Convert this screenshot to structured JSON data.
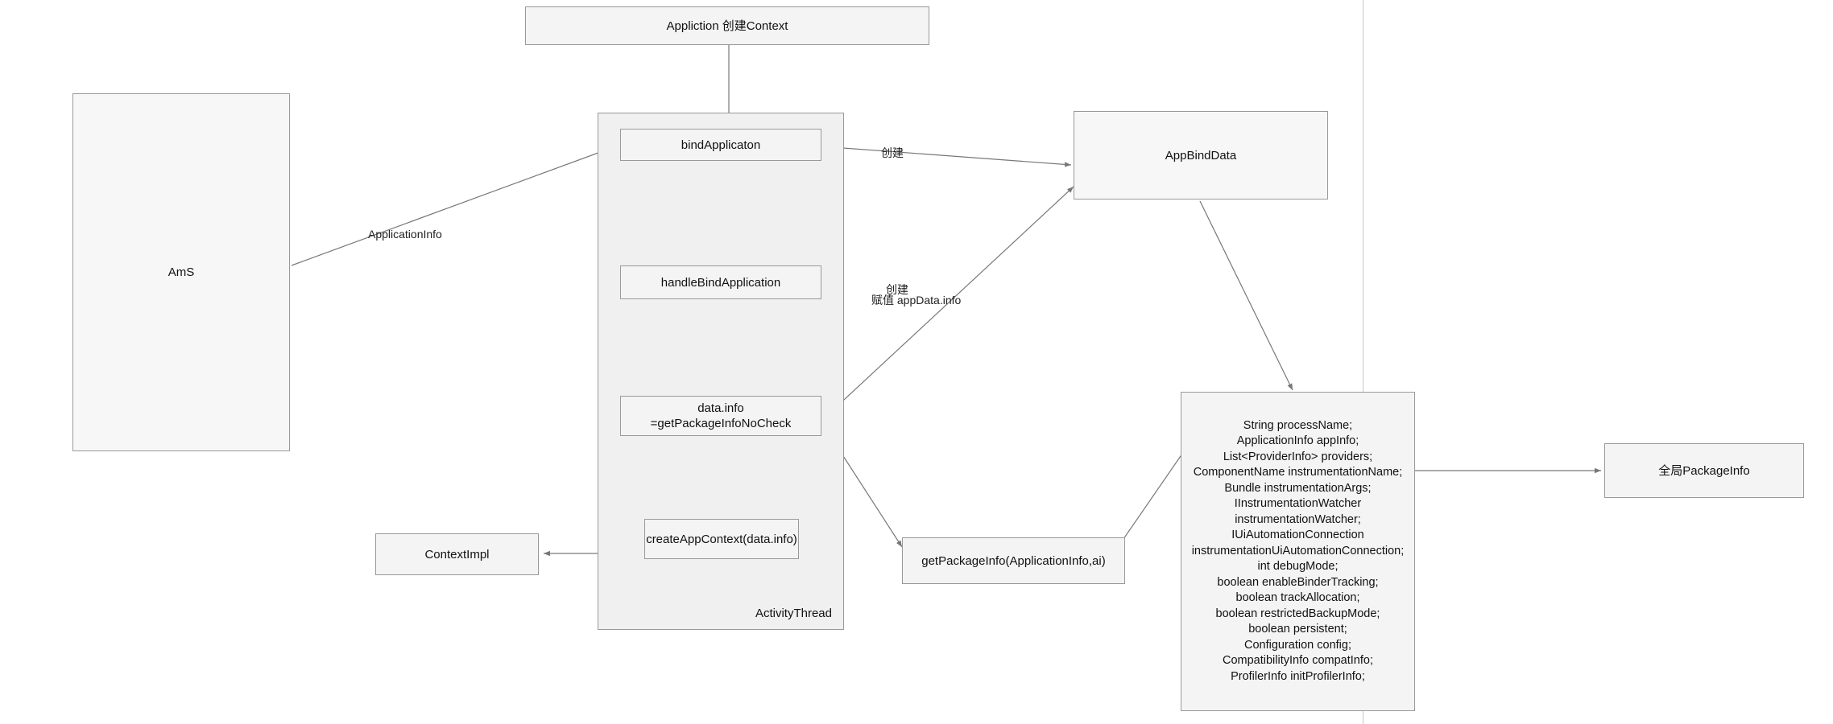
{
  "diagram": {
    "title_node": {
      "label": "Appliction 创建Context"
    },
    "nodes": {
      "ams": {
        "label": "AmS"
      },
      "activity_thread_container": {
        "label": "ActivityThread"
      },
      "bind_applicaton": {
        "label": "bindApplicaton"
      },
      "handle_bind_application": {
        "label": "handleBindApplication"
      },
      "data_info": {
        "label": "data.info\n=getPackageInfoNoCheck"
      },
      "create_app_context": {
        "label": "createAppContext(data.info)"
      },
      "context_impl": {
        "label": "ContextImpl"
      },
      "app_bind_data": {
        "label": "AppBindData"
      },
      "get_package_info": {
        "label": "getPackageInfo(ApplicationInfo,ai)"
      },
      "app_bind_data_fields": {
        "label": "String processName;\nApplicationInfo appInfo;\nList<ProviderInfo> providers;\nComponentName instrumentationName;\nBundle instrumentationArgs;\nIInstrumentationWatcher instrumentationWatcher;\nIUiAutomationConnection instrumentationUiAutomationConnection;\nint debugMode;\nboolean enableBinderTracking;\nboolean trackAllocation;\nboolean restrictedBackupMode;\nboolean persistent;\nConfiguration config;\nCompatibilityInfo compatInfo;\nProfilerInfo initProfilerInfo;"
      },
      "global_package_info": {
        "label": "全局PackageInfo"
      }
    },
    "edge_labels": {
      "application_info": "ApplicationInfo",
      "create_1": "创建",
      "create_2": "创建",
      "assign_app_data_info": "赋值 appData.info"
    },
    "colors": {
      "node_fill": "#f4f4f4",
      "node_stroke": "#999999",
      "container_fill": "#f0f0f0",
      "edge_stroke": "#777777",
      "text": "#111111"
    }
  }
}
